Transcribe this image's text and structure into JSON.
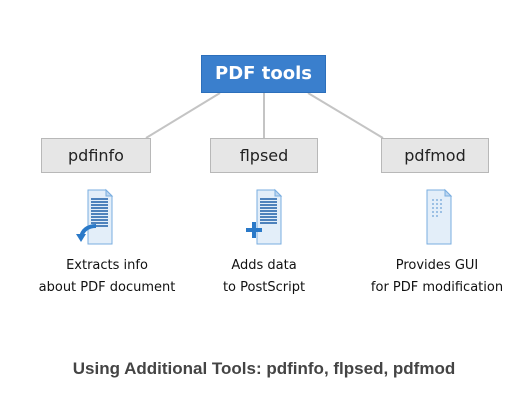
{
  "diagram": {
    "root": {
      "label": "PDF tools"
    },
    "tools": [
      {
        "name": "pdfinfo",
        "icon": "document-with-return-arrow-icon",
        "desc_line1": "Extracts info",
        "desc_line2": "about PDF document"
      },
      {
        "name": "flpsed",
        "icon": "document-with-plus-icon",
        "desc_line1": "Adds data",
        "desc_line2": "to PostScript"
      },
      {
        "name": "pdfmod",
        "icon": "document-dotted-icon",
        "desc_line1": "Provides GUI",
        "desc_line2": "for PDF modification"
      }
    ],
    "colors": {
      "root_fill": "#3a7fcd",
      "box_fill": "#e6e6e6",
      "connector": "#c4c4c4",
      "icon_blue": "#2a79c8"
    }
  },
  "caption": "Using Additional Tools: pdfinfo, flpsed, pdfmod"
}
